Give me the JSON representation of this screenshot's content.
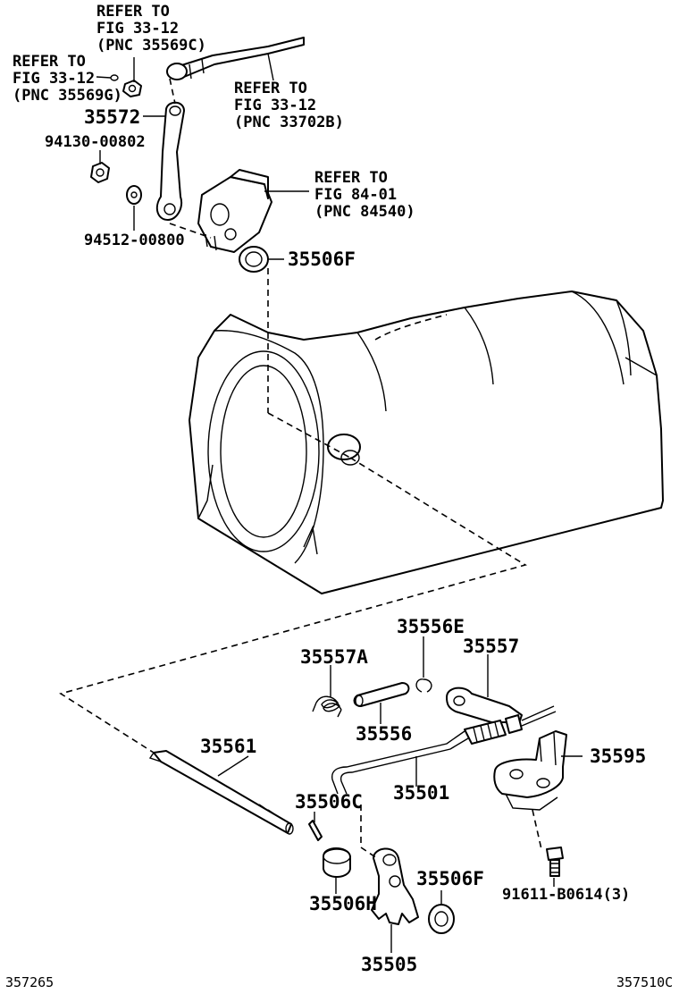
{
  "labels": {
    "ref_1": [
      "REFER TO",
      "FIG 33-12",
      "(PNC 35569C)"
    ],
    "ref_2": [
      "REFER TO",
      "FIG 33-12",
      "(PNC 35569G)"
    ],
    "ref_3": [
      "REFER TO",
      "FIG 33-12",
      "(PNC 33702B)"
    ],
    "ref_4": [
      "REFER TO",
      "FIG 84-01",
      "(PNC 84540)"
    ],
    "p_35572": "35572",
    "p_94130": "94130-00802",
    "p_94512": "94512-00800",
    "p_35506F_top": "35506F",
    "p_35556E": "35556E",
    "p_35557": "35557",
    "p_35557A": "35557A",
    "p_35556": "35556",
    "p_35561": "35561",
    "p_35501": "35501",
    "p_35595": "35595",
    "p_35506C": "35506C",
    "p_35506H": "35506H",
    "p_35506F_bottom": "35506F",
    "p_91611": "91611-B0614(3)",
    "p_35505": "35505",
    "code_left": "357265",
    "code_right": "357510C"
  }
}
